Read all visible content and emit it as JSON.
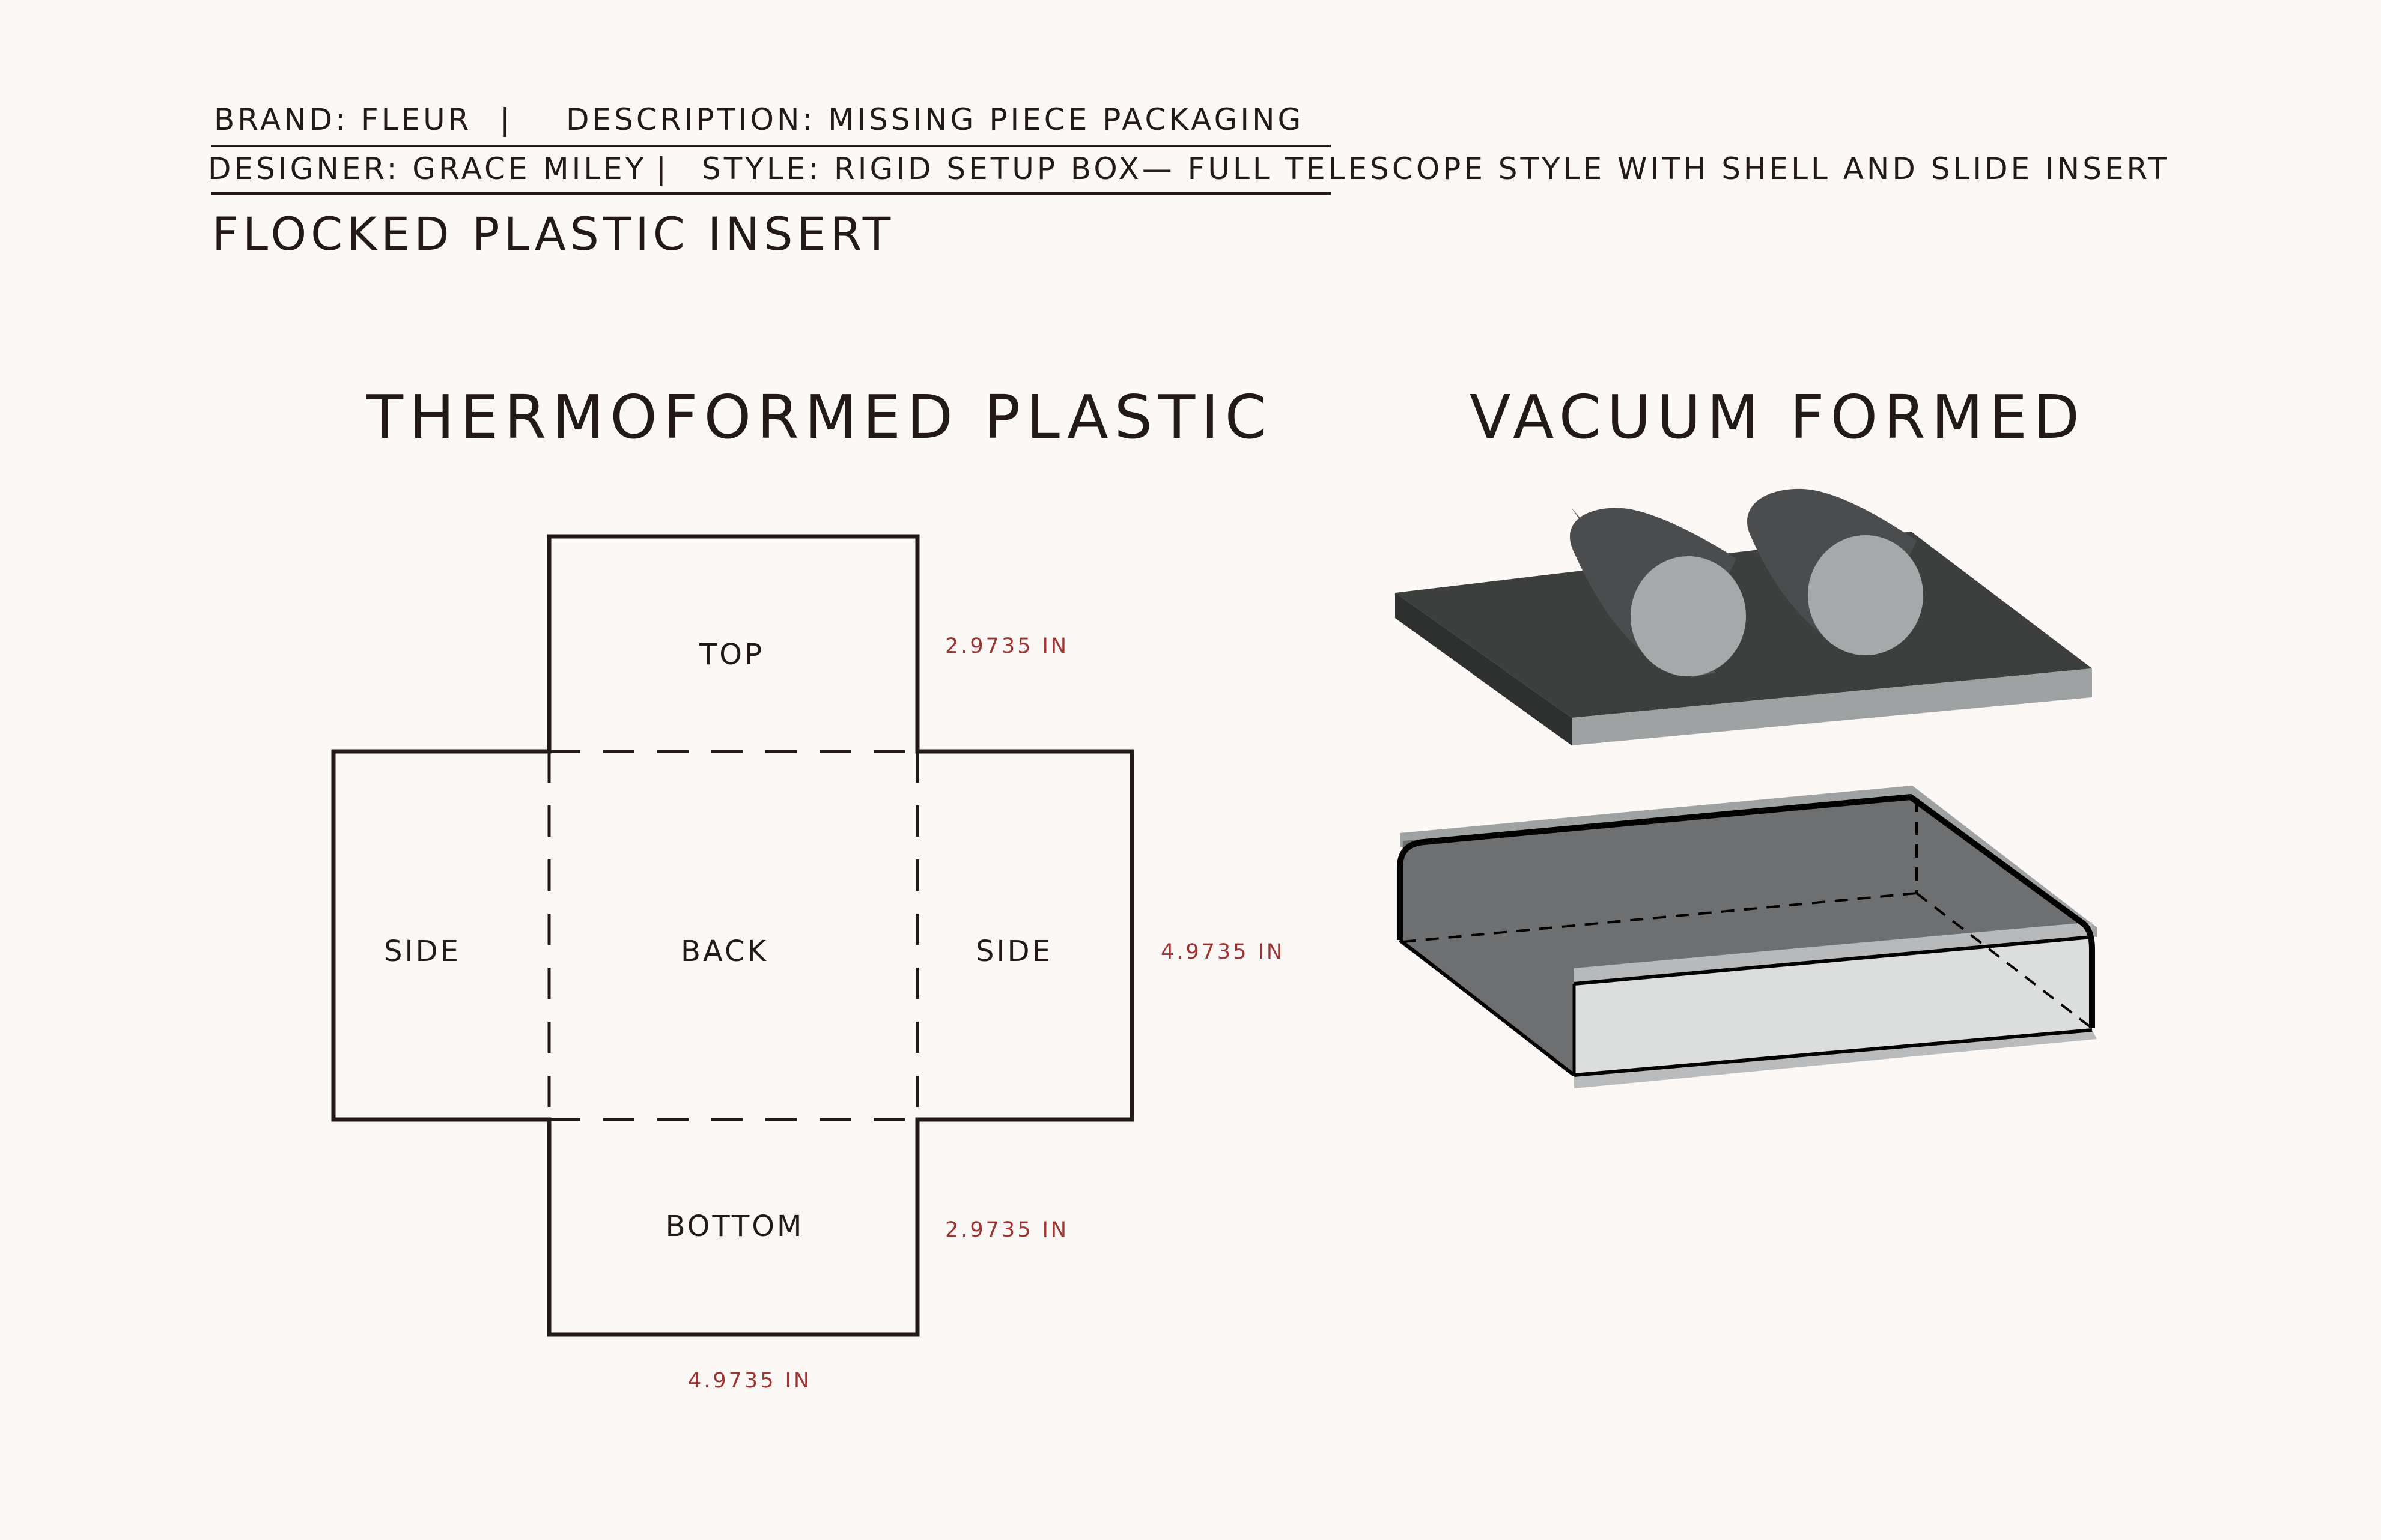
{
  "header": {
    "brand": "BRAND: FLEUR",
    "separator": "|",
    "description": "DESCRIPTION: MISSING PIECE PACKAGING",
    "designer": "DESIGNER: GRACE MILEY",
    "style": "STYLE: RIGID SETUP BOX— FULL TELESCOPE STYLE WITH SHELL AND SLIDE INSERT",
    "subtitle": "FLOCKED PLASTIC INSERT"
  },
  "dieline": {
    "title": "THERMOFORMED PLASTIC",
    "panels": {
      "top": "TOP",
      "left_side": "SIDE",
      "back": "BACK",
      "right_side": "SIDE",
      "bottom": "BOTTOM"
    },
    "dimensions": {
      "top_height": "2.9735 IN",
      "middle_height": "4.9735 IN",
      "bottom_height": "2.9735 IN",
      "width": "4.9735 IN"
    }
  },
  "render": {
    "title": "VACUUM FORMED"
  },
  "colors": {
    "background": "#fcf8f5",
    "ink": "#231a17",
    "dimension": "#a13232",
    "tray_dark": "#3d3f3f",
    "tray_edge": "#9fa2a3",
    "cylinder": "#a6a9aa",
    "box_inner": "#6e6f70",
    "box_front": "#dcdddd"
  }
}
